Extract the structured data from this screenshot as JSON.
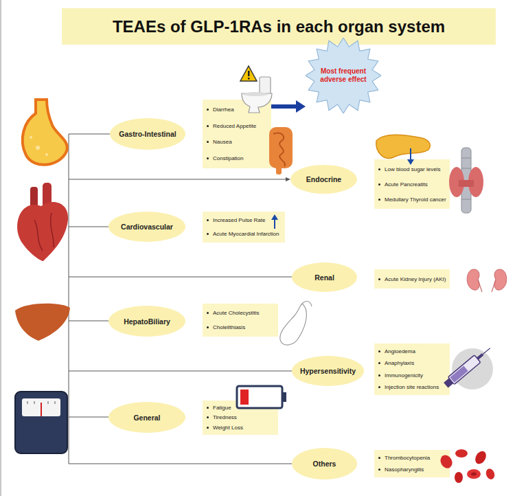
{
  "diagram": {
    "title": "TEAEs of GLP-1RAs in each organ system",
    "nodes": [
      {
        "text": [
          "Gastro-Intestinal"
        ]
      },
      {
        "text": [
          "Diarrhea",
          "Reduced Appetite",
          "Nausea",
          "Constipation"
        ]
      },
      {
        "text": [
          "Most frequent adverse effect"
        ]
      },
      {
        "text": [
          "Endocrine"
        ]
      },
      {
        "text": [
          "Low blood sugar levels",
          "Acute Pancreatits",
          "Medullary Thyroid cancer"
        ]
      },
      {
        "text": [
          "Cardiovascular"
        ]
      },
      {
        "text": [
          "Increased Pulse Rate",
          "Acute Myocardial Infarction"
        ]
      },
      {
        "text": [
          "Renal"
        ]
      },
      {
        "text": [
          "Acute Kidney Injury (AKI)"
        ]
      },
      {
        "text": [
          "HepatoBiliary"
        ]
      },
      {
        "text": [
          "Acute Cholecystitis",
          "Cholelithiasis"
        ]
      },
      {
        "text": [
          "Hypersensitivity"
        ]
      },
      {
        "text": [
          "Angioedema",
          "Anaphylaxis",
          "Immunogenicity",
          "Injection site reactions"
        ]
      },
      {
        "text": [
          "General"
        ]
      },
      {
        "text": [
          "Fatigue",
          "Tiredness",
          "Weight Loss"
        ]
      },
      {
        "text": [
          "Others"
        ]
      },
      {
        "text": [
          "Thrombocytopenia",
          "Nasopharyngitis"
        ]
      }
    ],
    "edges": [
      {
        "from": 1,
        "to": 2,
        "arrow": "to"
      }
    ]
  }
}
